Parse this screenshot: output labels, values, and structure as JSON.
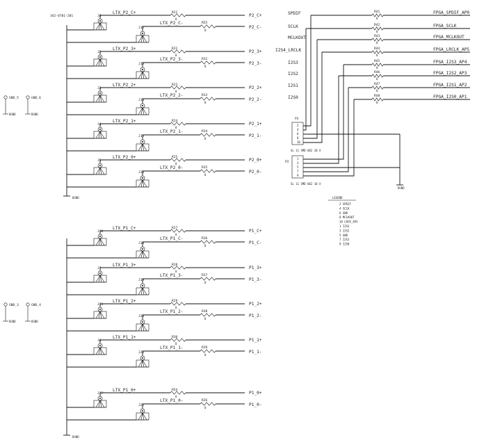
{
  "sheet_number": "342-0701-201",
  "ground_label": "DGND",
  "gnd_symbols": [
    {
      "ref": "GND_5"
    },
    {
      "ref": "GND_6"
    },
    {
      "ref": "GND_3"
    },
    {
      "ref": "GND_4"
    }
  ],
  "connector_groups": [
    {
      "plus_ref": "J8",
      "minus_ref": "J12",
      "plus_net": "LTX_P2_C+",
      "minus_net": "LTX_P2_C-",
      "plus_res": "R21",
      "minus_res": "R55",
      "res_value": "0",
      "plus_out": "P2_C+",
      "minus_out": "P2_C-"
    },
    {
      "plus_ref": "J2",
      "minus_ref": "J13",
      "plus_net": "LTX_P2_3+",
      "minus_net": "LTX_P2_3-",
      "plus_res": "R22",
      "minus_res": "R32",
      "res_value": "0",
      "plus_out": "P2_3+",
      "minus_out": "P2_3-"
    },
    {
      "plus_ref": "J3",
      "minus_ref": "J14",
      "plus_net": "LTX_P2_2+",
      "minus_net": "LTX_P2_2-",
      "plus_res": "R23",
      "minus_res": "R33",
      "res_value": "0",
      "plus_out": "P2_2+",
      "minus_out": "P2_2-"
    },
    {
      "plus_ref": "J4",
      "minus_ref": "J15",
      "plus_net": "LTX_P2_1+",
      "minus_net": "LTX_P2_1-",
      "plus_res": "R24",
      "minus_res": "R34",
      "res_value": "0",
      "plus_out": "P2_1+",
      "minus_out": "P2_1-"
    },
    {
      "plus_ref": "J5",
      "minus_ref": "J16",
      "plus_net": "LTX_P2_0+",
      "minus_net": "LTX_P2_0-",
      "plus_res": "R25",
      "minus_res": "R35",
      "res_value": "0",
      "plus_out": "P2_0+",
      "minus_out": "P2_0-"
    },
    {
      "plus_ref": "J10",
      "minus_ref": "J18",
      "plus_net": "LTX_P1_C+",
      "minus_net": "LTX_P1_C-",
      "plus_res": "R27",
      "minus_res": "R36",
      "res_value": "0",
      "plus_out": "P1_C+",
      "minus_out": "P1_C-"
    },
    {
      "plus_ref": "J7",
      "minus_ref": "J19",
      "plus_net": "LTX_P1_3+",
      "minus_net": "LTX_P1_3-",
      "plus_res": "R28",
      "minus_res": "R37",
      "res_value": "0",
      "plus_out": "P1_3+",
      "minus_out": "P1_3-"
    },
    {
      "plus_ref": "J11",
      "minus_ref": "J20",
      "plus_net": "LTX_P1_2+",
      "minus_net": "LTX_P1_2-",
      "plus_res": "R29",
      "minus_res": "R38",
      "res_value": "0",
      "plus_out": "P1_2+",
      "minus_out": "P1_2-"
    },
    {
      "plus_ref": "J6",
      "minus_ref": "J21",
      "plus_net": "LTX_P1_1+",
      "minus_net": "LTX_P1_1-",
      "plus_res": "R30",
      "minus_res": "R39",
      "res_value": "0",
      "plus_out": "P1_1+",
      "minus_out": "P1_1-"
    },
    {
      "plus_ref": "J17",
      "minus_ref": "J22",
      "plus_net": "LTX_P1_0+",
      "minus_net": "LTX_P1_0-",
      "plus_res": "R54",
      "minus_res": "R26",
      "res_value": "0",
      "plus_out": "P1_0+",
      "minus_out": "P1_0-"
    }
  ],
  "fpga_signals": [
    {
      "net": "SPDIF",
      "res": "R41",
      "res_value": "0",
      "fpga": "FPGA_SPDIF_AP0"
    },
    {
      "net": "SCLK",
      "res": "R42",
      "res_value": "0",
      "fpga": "FPGA_SCLK"
    },
    {
      "net": "MCLKOUT",
      "res": "R43",
      "res_value": "0",
      "fpga": "FPGA_MCLKOUT"
    },
    {
      "net": "I2S4_LRCLK",
      "res": "R44",
      "res_value": "0",
      "fpga": "FPGA_LRCLK_AP5"
    },
    {
      "net": "I2S3",
      "res": "R45",
      "res_value": "0",
      "fpga": "FPGA_I2S3_AP4"
    },
    {
      "net": "I2S2",
      "res": "R46",
      "res_value": "0",
      "fpga": "FPGA_I2S2_AP3"
    },
    {
      "net": "I2S1",
      "res": "R47",
      "res_value": "0",
      "fpga": "FPGA_I2S1_AP2"
    },
    {
      "net": "I2S0",
      "res": "R48",
      "res_value": "0",
      "fpga": "FPGA_I2S0_AP1"
    }
  ],
  "headers": [
    {
      "ref": "P2",
      "pins": [
        "2",
        "4",
        "6",
        "8",
        "10"
      ],
      "part": "SL 11 SMD 062 10 X"
    },
    {
      "ref": "P2",
      "pins": [
        "1",
        "3",
        "5",
        "7",
        "9"
      ],
      "part": "SL 11 SMD 062 10 X"
    }
  ],
  "legend": {
    "title": "LEGEND",
    "items": [
      "2 SPDIF",
      "4 SCLK",
      "6 GND",
      "8 MCLKOUT",
      "10 LRCK_AP5",
      "1 I2S3",
      "3 I2S2",
      "5 GND",
      "7 I2S1",
      "9 I2S0"
    ]
  }
}
